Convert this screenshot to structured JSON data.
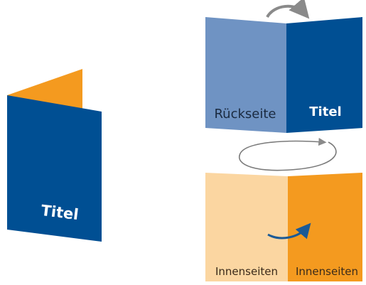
{
  "left_folded_brochure": {
    "title_label": "Titel"
  },
  "outer_spread": {
    "back_label": "Rückseite",
    "title_label": "Titel"
  },
  "inner_spread": {
    "left_label": "Innenseiten",
    "right_label": "Innenseiten"
  },
  "colors": {
    "dark_blue": "#004f93",
    "light_blue": "#6f93c3",
    "orange": "#f49a1f",
    "light_orange": "#fbd6a1",
    "arrow_gray": "#8a8a8a",
    "arrow_blue": "#1b5a96"
  }
}
